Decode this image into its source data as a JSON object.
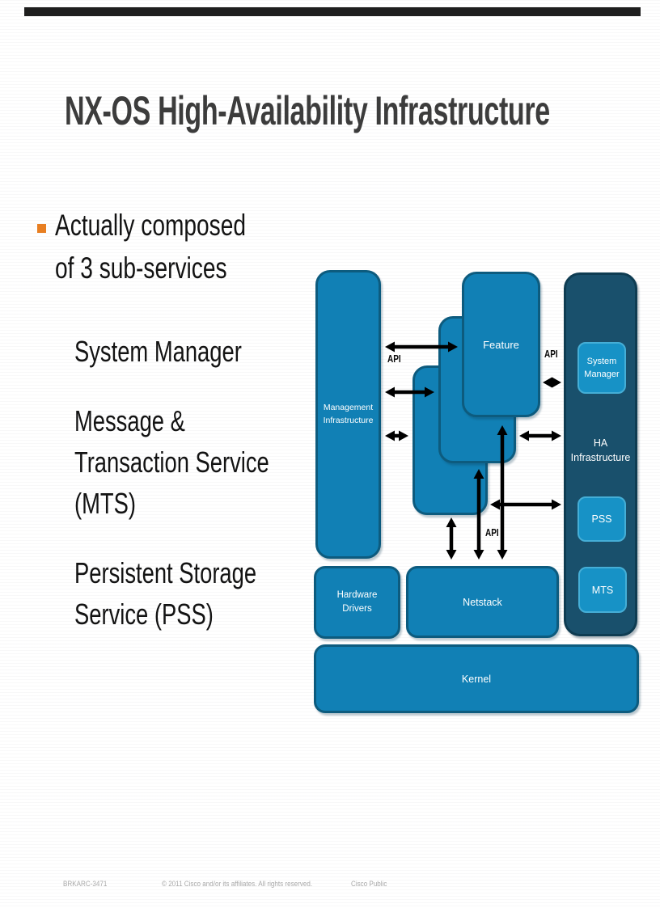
{
  "slide": {
    "title": "NX-OS High-Availability Infrastructure",
    "bullet": "Actually composed of 3 sub-services",
    "sub_bullets": [
      "System Manager",
      "Message & Transaction Service (MTS)",
      "Persistent Storage Service (PSS)"
    ]
  },
  "diagram": {
    "boxes": {
      "management": "Management Infrastructure",
      "feature": "Feature",
      "system_manager": "System Manager",
      "ha_infrastructure": "HA Infrastructure",
      "pss": "PSS",
      "mts": "MTS",
      "hardware_drivers": "Hardware Drivers",
      "netstack": "Netstack",
      "kernel": "Kernel"
    },
    "api_label": "API"
  },
  "footer": {
    "session_id": "BRKARC-3471",
    "copyright": "© 2011 Cisco and/or its affiliates. All rights reserved.",
    "classification": "Cisco Public"
  },
  "colors": {
    "box_blue": "#1180b5",
    "box_border": "#0d5b7e",
    "panel_dark": "#19506c",
    "panel_border": "#0e3c52",
    "inner_blue": "#1792c6",
    "inner_border": "#45aed6",
    "bullet_orange": "#e87f22",
    "title_gray": "#3c3c3c",
    "arrow_black": "#000000"
  }
}
